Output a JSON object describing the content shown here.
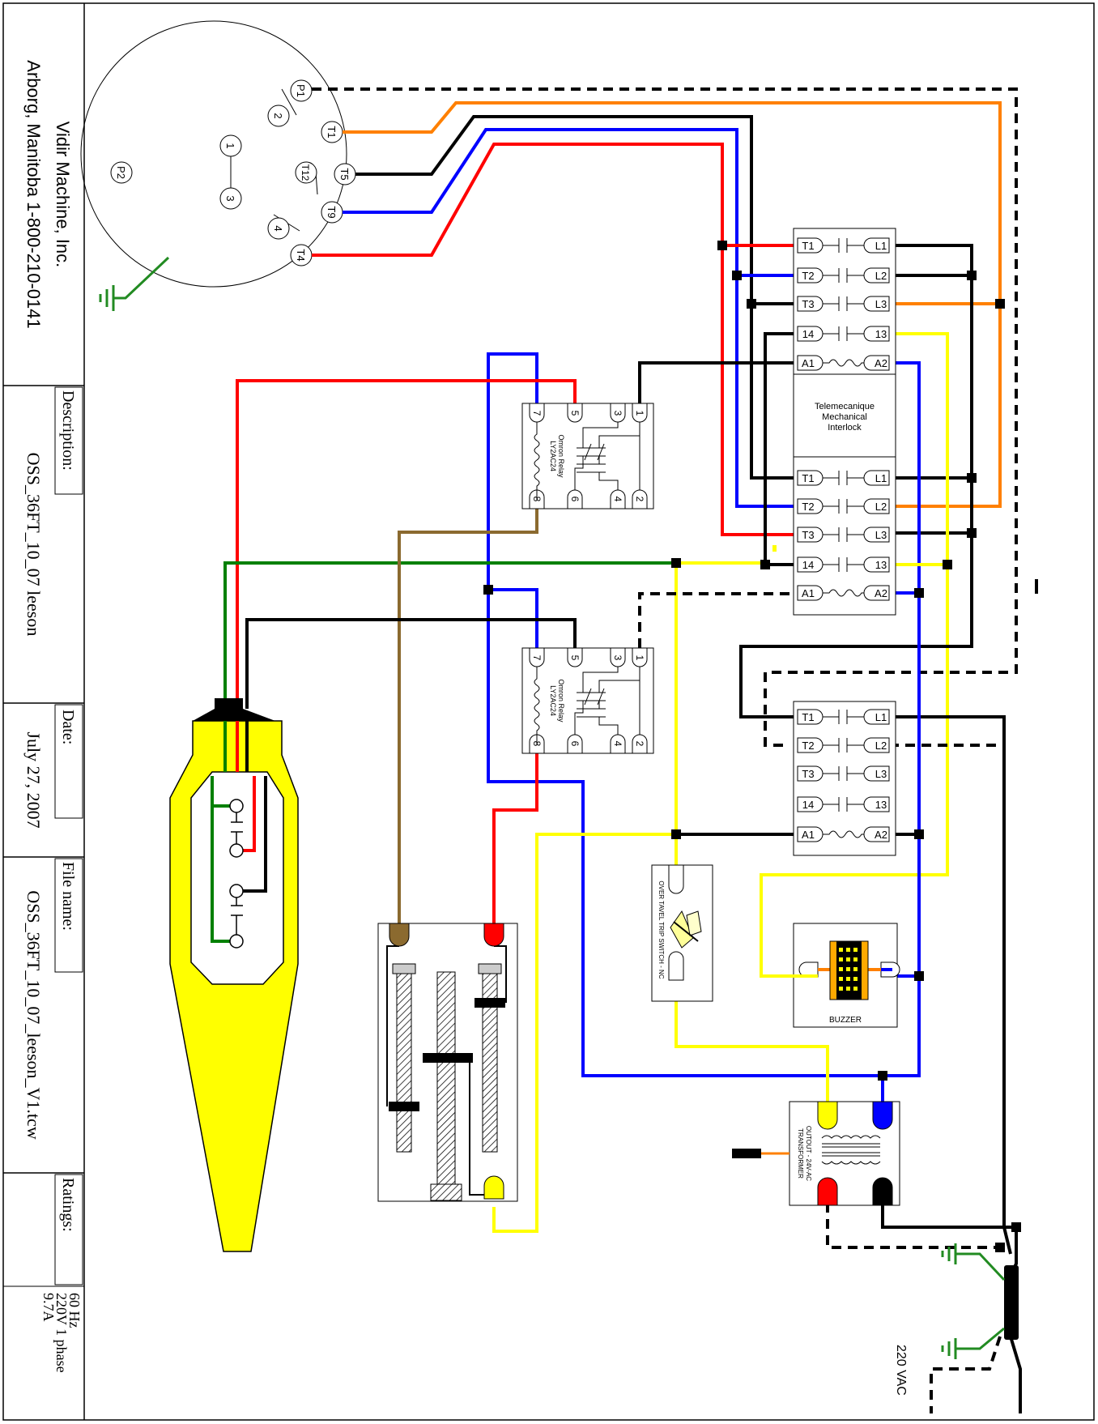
{
  "title_block": {
    "company": "Vidir Machine, Inc.",
    "address": "Arborg, Manitoba  1-800-210-0141",
    "description_label": "Description:",
    "description_value": "OSS_36FT_10_07 leeson",
    "date_label": "Date:",
    "date_value": "July 27, 2007",
    "filename_label": "File name:",
    "filename_value": "OSS_36FT_10_07_leeson_V1.tcw",
    "ratings_label": "Ratings:",
    "ratings_line1": "60 Hz",
    "ratings_line2": "220V 1 phase",
    "ratings_line3": "9.7A"
  },
  "motor_terminals": {
    "p1": "P1",
    "n2": "2",
    "t1": "T1",
    "n1": "1",
    "t12": "T12",
    "t5": "T5",
    "n3": "3",
    "t9": "T9",
    "n4": "4",
    "t4": "T4",
    "p2": "P2"
  },
  "contactor_terms": {
    "t1": "T1",
    "t2": "T2",
    "t3": "T3",
    "n14": "14",
    "a1": "A1",
    "l1": "L1",
    "l2": "L2",
    "l3": "L3",
    "n13": "13",
    "a2": "A2"
  },
  "interlock": {
    "line1": "Telemecanique",
    "line2": "Mechanical",
    "line3": "Interlock"
  },
  "relay": {
    "name": "Omron Relay",
    "model": "LY2AC24",
    "p1": "1",
    "p2": "2",
    "p3": "3",
    "p4": "4",
    "p5": "5",
    "p6": "6",
    "p7": "7",
    "p8": "8"
  },
  "switch_label": "OVER TAVEL TRIP SWITCH - NC",
  "buzzer_label": "BUZZER",
  "transformer": {
    "line1": "OUTOUT - 24V-AC",
    "line2": "TRANSFORMER"
  },
  "supply_label": "220 VAC",
  "colors": {
    "red": "#ff0000",
    "blue": "#0000ff",
    "orange": "#ff8000",
    "yellow": "#ffff00",
    "green": "#228b22",
    "brown": "#8b6a2f",
    "black": "#000000"
  }
}
